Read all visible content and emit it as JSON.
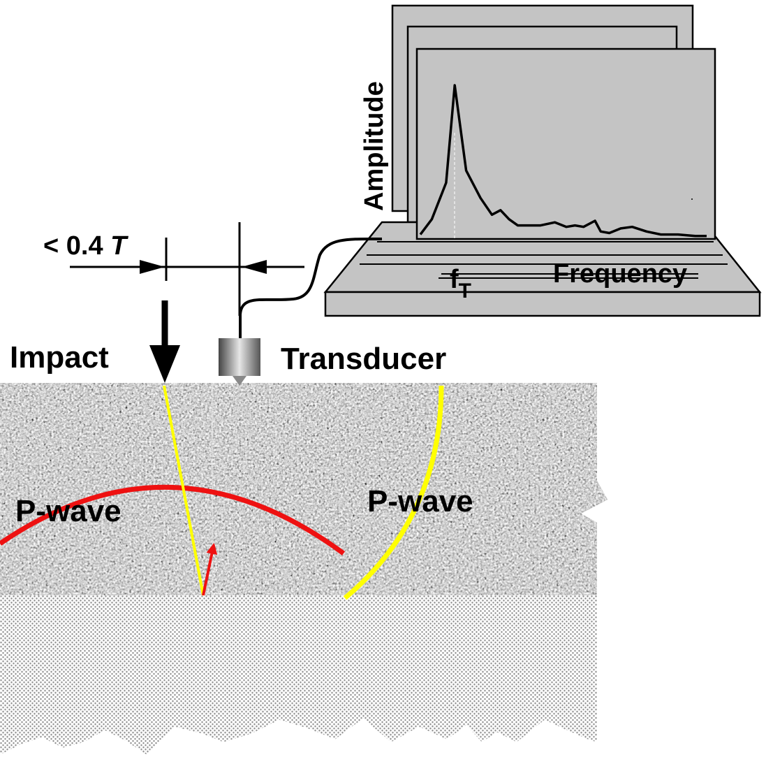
{
  "labels": {
    "dimension": "< 0.4",
    "dimension_var": "T",
    "impact": "Impact",
    "transducer": "Transducer",
    "pwave_left": "P-wave",
    "pwave_right": "P-wave",
    "amplitude_axis": "Amplitude",
    "frequency_axis": "Frequency",
    "peak_freq": "f",
    "peak_freq_sub": "T"
  },
  "colors": {
    "wave_red": "#ee1111",
    "wave_yellow": "#ffff00",
    "screen_gray": "#c4c4c4",
    "concrete_gray": "#a8a8a8",
    "subgrade_gray": "#c6c6c6"
  },
  "spectrum": {
    "note": "amplitude spectrum shown on the computer screen (normalized amplitude vs frequency)",
    "x": [
      0.0,
      0.04,
      0.09,
      0.12,
      0.16,
      0.21,
      0.25,
      0.28,
      0.31,
      0.34,
      0.38,
      0.42,
      0.47,
      0.51,
      0.54,
      0.57,
      0.61,
      0.63,
      0.66,
      0.7,
      0.74,
      0.79,
      0.84,
      0.9,
      0.96,
      1.0
    ],
    "y": [
      0.02,
      0.12,
      0.36,
      1.0,
      0.44,
      0.26,
      0.15,
      0.18,
      0.12,
      0.08,
      0.08,
      0.08,
      0.1,
      0.07,
      0.08,
      0.07,
      0.11,
      0.04,
      0.03,
      0.06,
      0.07,
      0.04,
      0.02,
      0.02,
      0.01,
      0.01
    ]
  }
}
